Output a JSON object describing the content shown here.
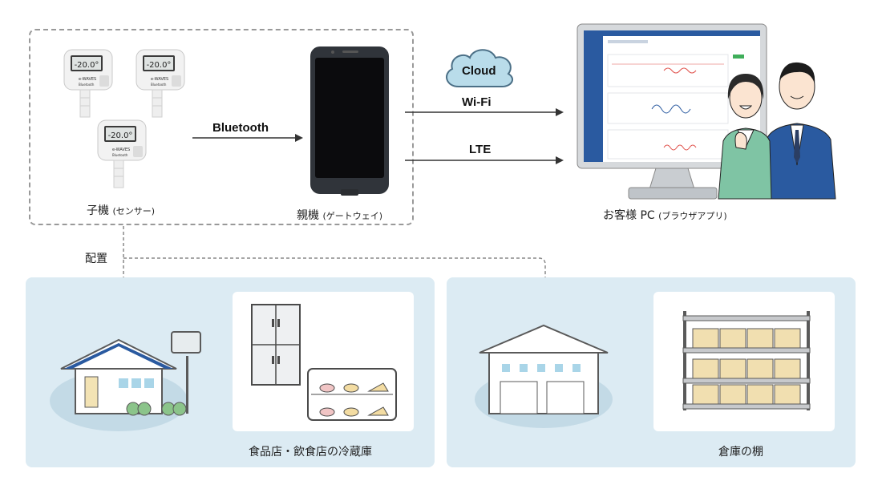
{
  "devices": {
    "child_main": "子機",
    "child_sub": "(センサー)",
    "parent_main": "親機",
    "parent_sub": "(ゲートウェイ)",
    "customer_main": "お客様 PC",
    "customer_sub": "(ブラウザアプリ)",
    "sensor_reading": "-20.0°",
    "sensor_brand": "e-WAVES",
    "sensor_bt": "Bluetooth"
  },
  "connections": {
    "bluetooth": "Bluetooth",
    "cloud": "Cloud",
    "wifi": "Wi-Fi",
    "lte": "LTE",
    "placement": "配置"
  },
  "locations": {
    "store": "食品店・飲食店の冷蔵庫",
    "warehouse": "倉庫の棚"
  },
  "colors": {
    "panel_bg": "#dcebf3",
    "arrow": "#333333",
    "dashed": "#888888",
    "cloud_fill": "#b9dcea",
    "pc_screen": "#2a5aa0"
  }
}
